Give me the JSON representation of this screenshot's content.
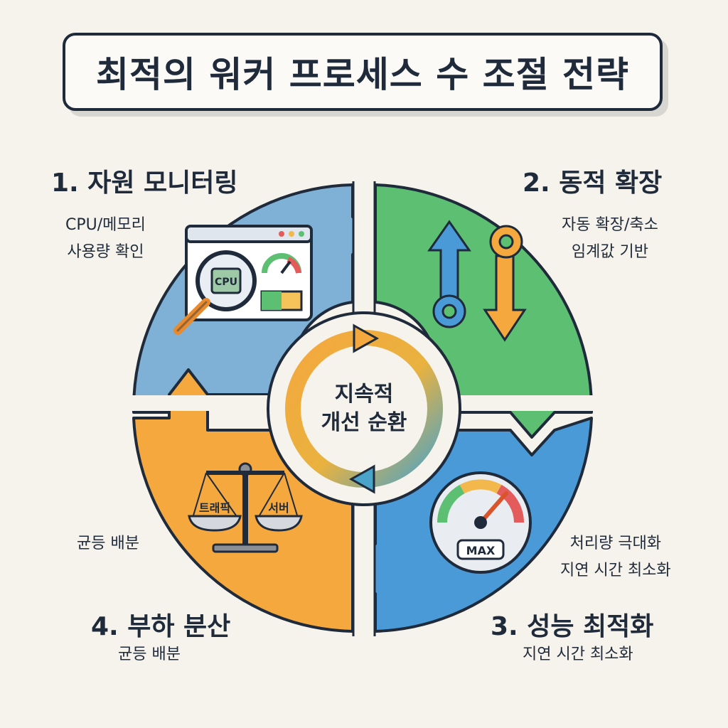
{
  "title": "최적의 워커 프로세스 수 조절 전략",
  "center": {
    "line1": "지속적",
    "line2": "개선 순환"
  },
  "stages": [
    {
      "title": "1. 자원 모니터링",
      "desc": [
        "CPU/메모리",
        "사용량 확인"
      ],
      "color": "#7fb0d6",
      "icon": "monitor-magnifier-icon",
      "icon_label": "CPU"
    },
    {
      "title": "2. 동적 확장",
      "desc": [
        "자동 확장/축소",
        "임계값 기반"
      ],
      "color": "#5cbf72",
      "icon": "scaling-arrows-gears-icon"
    },
    {
      "title": "3. 성능 최적화",
      "desc": [
        "처리량 극대화",
        "지연 시간 최소화",
        "지연 시간 최소화"
      ],
      "color": "#4a9ad8",
      "icon": "speedometer-icon",
      "icon_label": "MAX"
    },
    {
      "title": "4. 부하 분산",
      "desc": [
        "균등 배분",
        "균등 배분"
      ],
      "color": "#f4a83d",
      "icon": "balance-scale-icon",
      "scale_left": "트래픽",
      "scale_right": "서버"
    }
  ],
  "colors": {
    "background": "#f6f3ec",
    "text": "#1f2a3a",
    "blue_light": "#7fb0d6",
    "green": "#5cbf72",
    "blue": "#4a9ad8",
    "orange": "#f4a83d"
  }
}
